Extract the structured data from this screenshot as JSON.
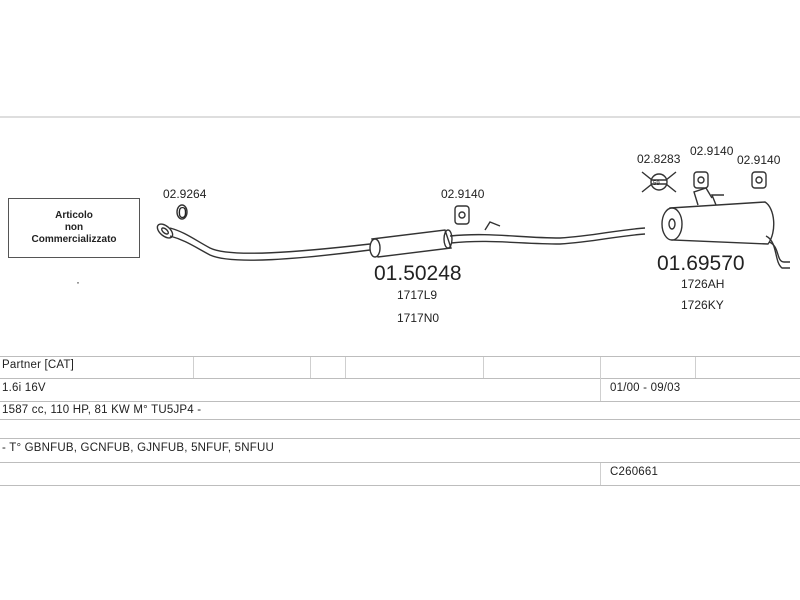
{
  "note": {
    "line1": "Articolo",
    "line2": "non",
    "line3": "Commercializzato"
  },
  "parts": {
    "front_pipe_ref": "02.9264",
    "front_pipe_ring": "0",
    "middle_mount_ref": "02.9140",
    "middle_muffler_code": "01.50248",
    "middle_oem_1": "1717L9",
    "middle_oem_2": "1717N0",
    "rear_clamp_ref": "02.8283",
    "rear_mount_ref_1": "02.9140",
    "rear_mount_ref_2": "02.9140",
    "rear_muffler_code": "01.69570",
    "rear_oem_1": "1726AH",
    "rear_oem_2": "1726KY"
  },
  "table": {
    "model": "Partner  [CAT]",
    "engine": "1.6i 16V",
    "years": "01/00 - 09/03",
    "specs": "1587 cc, 110 HP, 81 KW M° TU5JP4 -",
    "types": "- T° GBNFUB, GCNFUB, GJNFUB, 5NFUF, 5NFUU",
    "catalog_code": "C260661"
  },
  "colors": {
    "line": "#333333",
    "table_border": "#bdbdbd"
  }
}
